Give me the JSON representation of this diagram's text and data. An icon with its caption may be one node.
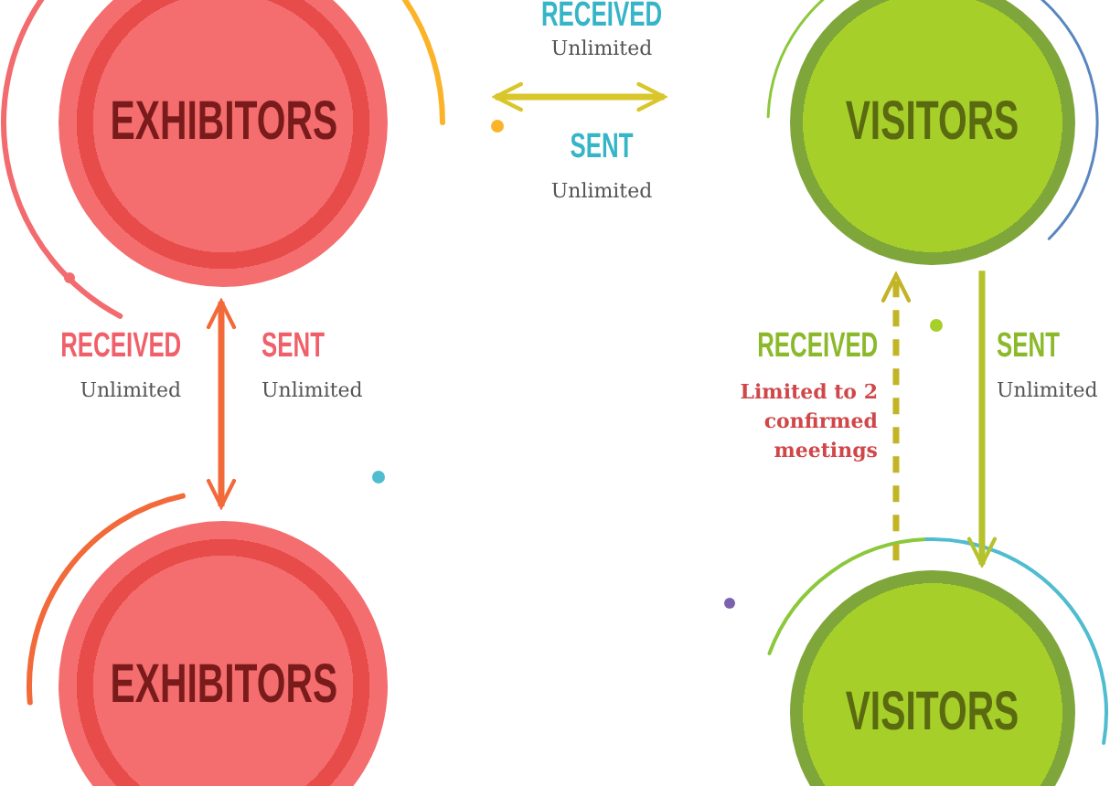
{
  "diagram": {
    "nodes": [
      {
        "text": [
          "EXHIBITORS"
        ]
      },
      {
        "text": [
          "VISITORS"
        ]
      },
      {
        "text": [
          "EXHIBITORS"
        ]
      },
      {
        "text": [
          "VISITORS"
        ]
      }
    ],
    "edges": [
      {
        "from": 0,
        "to": 1,
        "arrow": "both",
        "color": "#d9c62a"
      },
      {
        "from": 0,
        "to": 2,
        "arrow": "both",
        "color": "#f26a3a"
      },
      {
        "from": 3,
        "to": 1,
        "arrow": "to",
        "style": "dashed",
        "color": "#c2b425"
      },
      {
        "from": 1,
        "to": 3,
        "arrow": "to",
        "color": "#b5c22c"
      }
    ],
    "labels": [
      "RECEIVED",
      "Unlimited",
      "SENT",
      "Unlimited",
      "RECEIVED",
      "Unlimited",
      "SENT",
      "Unlimited",
      "RECEIVED",
      "Limited to 2 confirmed meetings",
      "SENT",
      "Unlimited"
    ]
  }
}
